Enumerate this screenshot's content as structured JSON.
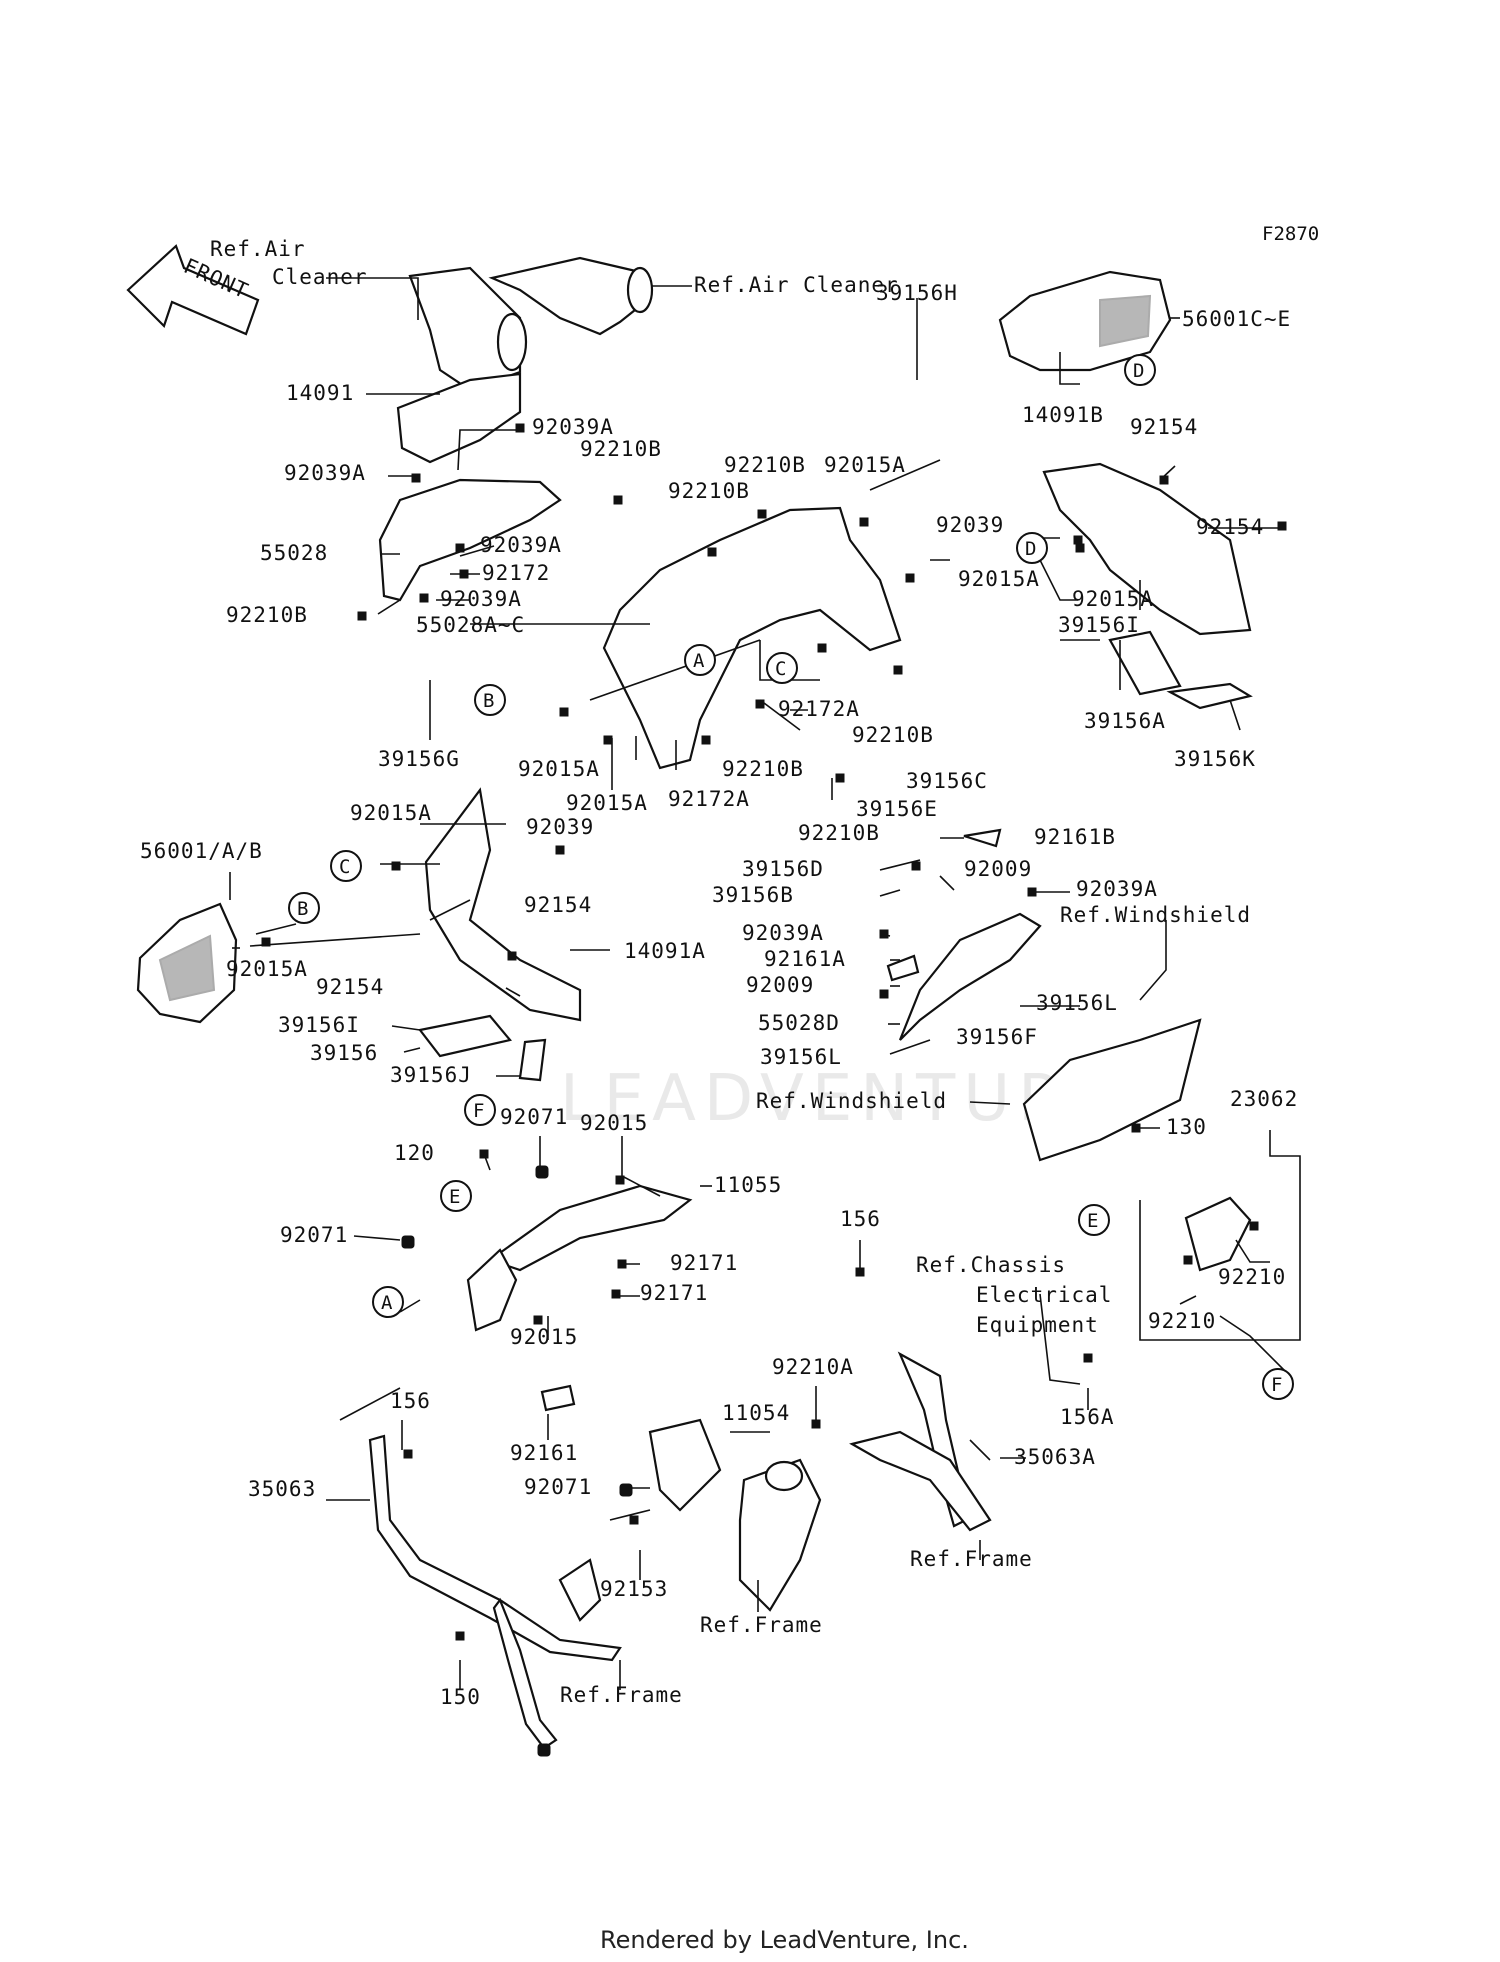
{
  "figure_id": "F2870",
  "footer": "Rendered by LeadVenture, Inc.",
  "watermark": "LEADVENTURE",
  "front_arrow": "FRONT",
  "labels": [
    {
      "id": "ref-air-cleaner-left-1",
      "text": "Ref.Air"
    },
    {
      "id": "ref-air-cleaner-left-2",
      "text": "Cleaner"
    },
    {
      "id": "ref-air-cleaner-right",
      "text": "Ref.Air Cleaner"
    },
    {
      "id": "p-56001c-e",
      "text": "56001C~E"
    },
    {
      "id": "p-39156h",
      "text": "39156H"
    },
    {
      "id": "p-14091",
      "text": "14091"
    },
    {
      "id": "p-92039a-1",
      "text": "92039A"
    },
    {
      "id": "p-92210b-1",
      "text": "92210B"
    },
    {
      "id": "p-92039a-2",
      "text": "92039A"
    },
    {
      "id": "p-92210b-2",
      "text": "92210B"
    },
    {
      "id": "p-92015a-1",
      "text": "92015A"
    },
    {
      "id": "p-14091b",
      "text": "14091B"
    },
    {
      "id": "p-92154-1",
      "text": "92154"
    },
    {
      "id": "p-92210b-3",
      "text": "92210B"
    },
    {
      "id": "p-55028",
      "text": "55028"
    },
    {
      "id": "p-92039a-3",
      "text": "92039A"
    },
    {
      "id": "p-92172",
      "text": "92172"
    },
    {
      "id": "p-92039a-4",
      "text": "92039A"
    },
    {
      "id": "p-92039",
      "text": "92039"
    },
    {
      "id": "p-92154-2",
      "text": "92154"
    },
    {
      "id": "p-92015a-2",
      "text": "92015A"
    },
    {
      "id": "p-92210b-4",
      "text": "92210B"
    },
    {
      "id": "p-55028a-c",
      "text": "55028A~C"
    },
    {
      "id": "p-92015a-3",
      "text": "92015A"
    },
    {
      "id": "p-39156i-1",
      "text": "39156I"
    },
    {
      "id": "p-92172a-1",
      "text": "92172A"
    },
    {
      "id": "p-92210b-5",
      "text": "92210B"
    },
    {
      "id": "p-39156a",
      "text": "39156A"
    },
    {
      "id": "p-39156g",
      "text": "39156G"
    },
    {
      "id": "p-92015a-4",
      "text": "92015A"
    },
    {
      "id": "p-92210b-6",
      "text": "92210B"
    },
    {
      "id": "p-39156k",
      "text": "39156K"
    },
    {
      "id": "p-92015a-5",
      "text": "92015A"
    },
    {
      "id": "p-92172a-2",
      "text": "92172A"
    },
    {
      "id": "p-39156c",
      "text": "39156C"
    },
    {
      "id": "p-92015a-6",
      "text": "92015A"
    },
    {
      "id": "p-92039-2",
      "text": "92039"
    },
    {
      "id": "p-92210b-7",
      "text": "92210B"
    },
    {
      "id": "p-39156e",
      "text": "39156E"
    },
    {
      "id": "p-92161b",
      "text": "92161B"
    },
    {
      "id": "p-56001-a-b",
      "text": "56001/A/B"
    },
    {
      "id": "p-39156d",
      "text": "39156D"
    },
    {
      "id": "p-92009-1",
      "text": "92009"
    },
    {
      "id": "p-39156b",
      "text": "39156B"
    },
    {
      "id": "p-92039a-5",
      "text": "92039A"
    },
    {
      "id": "p-92154-3",
      "text": "92154"
    },
    {
      "id": "ref-windshield-1",
      "text": "Ref.Windshield"
    },
    {
      "id": "p-92039a-6",
      "text": "92039A"
    },
    {
      "id": "p-14091a",
      "text": "14091A"
    },
    {
      "id": "p-92161a",
      "text": "92161A"
    },
    {
      "id": "p-92015a-7",
      "text": "92015A"
    },
    {
      "id": "p-92009-2",
      "text": "92009"
    },
    {
      "id": "p-92154-4",
      "text": "92154"
    },
    {
      "id": "p-39156l-1",
      "text": "39156L"
    },
    {
      "id": "p-39156i-2",
      "text": "39156I"
    },
    {
      "id": "p-55028d",
      "text": "55028D"
    },
    {
      "id": "p-39156f",
      "text": "39156F"
    },
    {
      "id": "p-39156",
      "text": "39156"
    },
    {
      "id": "p-39156l-2",
      "text": "39156L"
    },
    {
      "id": "p-39156j",
      "text": "39156J"
    },
    {
      "id": "ref-windshield-2",
      "text": "Ref.Windshield"
    },
    {
      "id": "p-23062",
      "text": "23062"
    },
    {
      "id": "p-92071-1",
      "text": "92071"
    },
    {
      "id": "p-92015-1",
      "text": "92015"
    },
    {
      "id": "p-130",
      "text": "130"
    },
    {
      "id": "p-120",
      "text": "120"
    },
    {
      "id": "p-11055",
      "text": "11055"
    },
    {
      "id": "p-156-1",
      "text": "156"
    },
    {
      "id": "p-92071-2",
      "text": "92071"
    },
    {
      "id": "p-92171-1",
      "text": "92171"
    },
    {
      "id": "ref-chassis-1",
      "text": "Ref.Chassis"
    },
    {
      "id": "p-92210-1",
      "text": "92210"
    },
    {
      "id": "p-92171-2",
      "text": "92171"
    },
    {
      "id": "ref-chassis-2",
      "text": "Electrical"
    },
    {
      "id": "p-92210-2",
      "text": "92210"
    },
    {
      "id": "p-92015-2",
      "text": "92015"
    },
    {
      "id": "ref-chassis-3",
      "text": "Equipment"
    },
    {
      "id": "p-92210a",
      "text": "92210A"
    },
    {
      "id": "p-156-2",
      "text": "156"
    },
    {
      "id": "p-156a",
      "text": "156A"
    },
    {
      "id": "p-11054",
      "text": "11054"
    },
    {
      "id": "p-92161",
      "text": "92161"
    },
    {
      "id": "p-35063a",
      "text": "35063A"
    },
    {
      "id": "p-92071-3",
      "text": "92071"
    },
    {
      "id": "p-35063",
      "text": "35063"
    },
    {
      "id": "ref-frame-1",
      "text": "Ref.Frame"
    },
    {
      "id": "p-92153",
      "text": "92153"
    },
    {
      "id": "ref-frame-2",
      "text": "Ref.Frame"
    },
    {
      "id": "p-150",
      "text": "150"
    },
    {
      "id": "ref-frame-3",
      "text": "Ref.Frame"
    }
  ],
  "callouts": [
    {
      "id": "c-d-1",
      "letter": "D"
    },
    {
      "id": "c-d-2",
      "letter": "D"
    },
    {
      "id": "c-a-1",
      "letter": "A"
    },
    {
      "id": "c-c-1",
      "letter": "C"
    },
    {
      "id": "c-b-1",
      "letter": "B"
    },
    {
      "id": "c-c-2",
      "letter": "C"
    },
    {
      "id": "c-b-2",
      "letter": "B"
    },
    {
      "id": "c-f-1",
      "letter": "F"
    },
    {
      "id": "c-e-1",
      "letter": "E"
    },
    {
      "id": "c-e-2",
      "letter": "E"
    },
    {
      "id": "c-a-2",
      "letter": "A"
    },
    {
      "id": "c-f-2",
      "letter": "F"
    }
  ]
}
